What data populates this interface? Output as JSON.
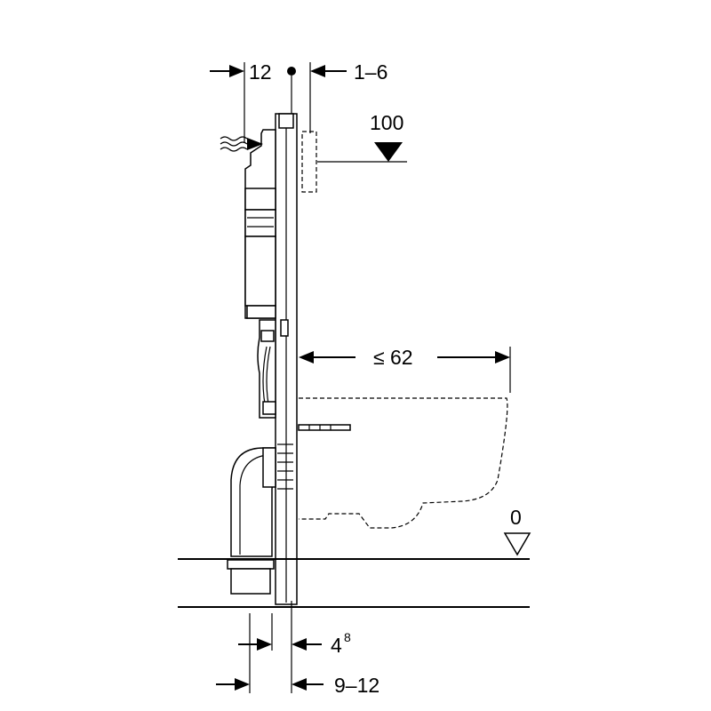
{
  "dimensions": {
    "top_left": "12",
    "top_right": "1–6",
    "height_mark": "100",
    "bowl_projection": "≤ 62",
    "floor_level": "0",
    "bottom_inner": "4",
    "bottom_inner_sup": "8",
    "bottom_outer": "9–12"
  }
}
